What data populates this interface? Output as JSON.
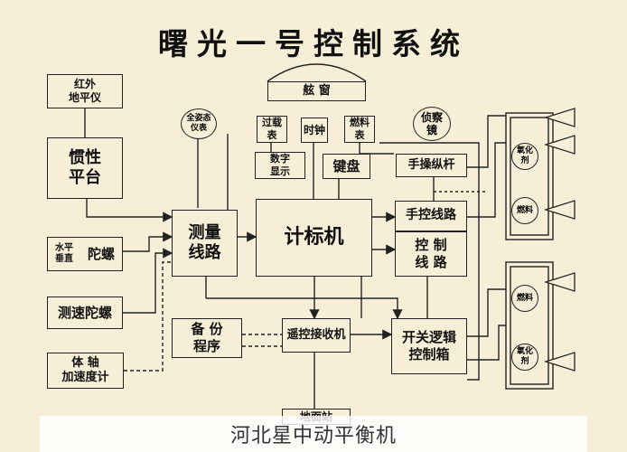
{
  "title": "曙光一号控制系统",
  "caption": "河北星中动平衡机",
  "blocks": {
    "hongwai": "红外\n地平仪",
    "guanxing": "惯性\n平台",
    "tuoluo_label_a": "水平\n垂直",
    "tuoluo_label_b": "陀螺",
    "cesu": "测速陀螺",
    "zhou": "体    轴\n加速度计",
    "quanzitai": "全姿态\n仪表",
    "guozai": "过载\n表",
    "shizhong": "时钟",
    "ranliao_biao": "燃料\n表",
    "zhencha": "侦察\n镜",
    "hangchuang": "舷    窗",
    "shuzi": "数字\n显示",
    "jianpan": "键盘",
    "shoucao": "手操纵杆",
    "celiang": "测量\n线路",
    "jibiaoji": "计标机",
    "shoukong_top": "手控线路",
    "shoukong_bottom": "控    制\n线    路",
    "beifen": "备  份\n程序",
    "yaokong": "遥控接收机",
    "kaiguan": "开关逻辑\n控制箱",
    "dimian": "地面站"
  },
  "thrusters": {
    "upper_oxidizer": "氧化\n剂",
    "upper_fuel": "燃料",
    "lower_fuel": "燃料",
    "lower_oxidizer": "氧化\n剂"
  }
}
